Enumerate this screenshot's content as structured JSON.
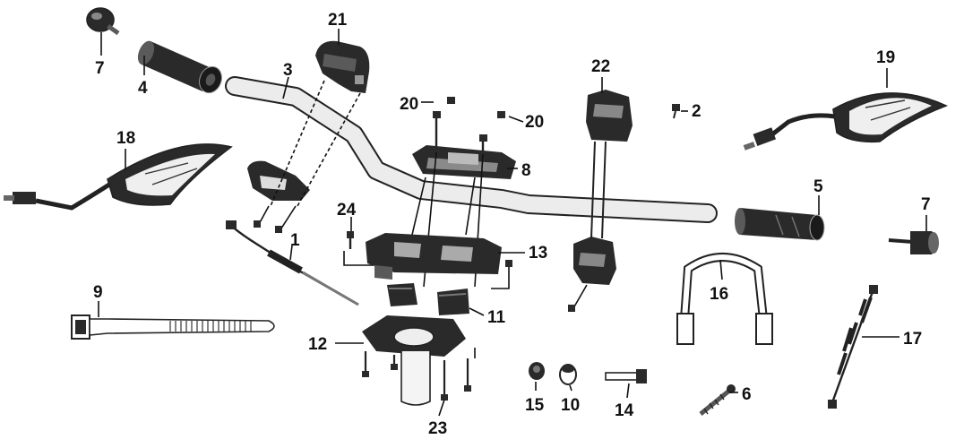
{
  "diagram": {
    "callouts": [
      {
        "id": "c1",
        "text": "1"
      },
      {
        "id": "c2",
        "text": "2"
      },
      {
        "id": "c3",
        "text": "3"
      },
      {
        "id": "c4",
        "text": "4"
      },
      {
        "id": "c5",
        "text": "5"
      },
      {
        "id": "c6",
        "text": "6"
      },
      {
        "id": "c7a",
        "text": "7"
      },
      {
        "id": "c7b",
        "text": "7"
      },
      {
        "id": "c8",
        "text": "8"
      },
      {
        "id": "c9",
        "text": "9"
      },
      {
        "id": "c10",
        "text": "10"
      },
      {
        "id": "c11",
        "text": "11"
      },
      {
        "id": "c12",
        "text": "12"
      },
      {
        "id": "c13",
        "text": "13"
      },
      {
        "id": "c14",
        "text": "14"
      },
      {
        "id": "c15",
        "text": "15"
      },
      {
        "id": "c16",
        "text": "16"
      },
      {
        "id": "c17",
        "text": "17"
      },
      {
        "id": "c18",
        "text": "18"
      },
      {
        "id": "c19",
        "text": "19"
      },
      {
        "id": "c20a",
        "text": "20"
      },
      {
        "id": "c20b",
        "text": "20"
      },
      {
        "id": "c21",
        "text": "21"
      },
      {
        "id": "c22",
        "text": "22"
      },
      {
        "id": "c23",
        "text": "23"
      },
      {
        "id": "c24",
        "text": "24"
      }
    ]
  }
}
